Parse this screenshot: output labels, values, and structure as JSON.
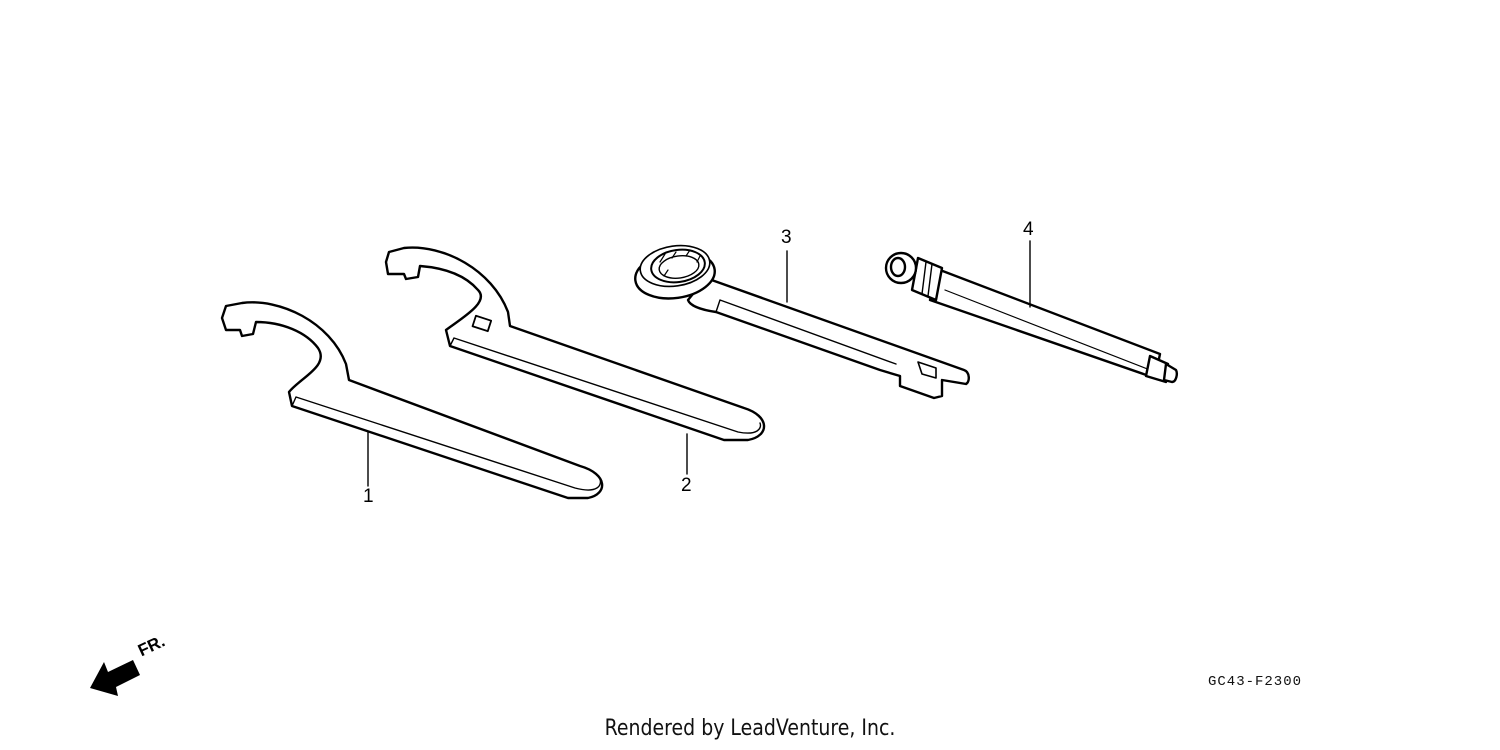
{
  "diagram": {
    "callouts": [
      {
        "id": "1",
        "text": "1"
      },
      {
        "id": "2",
        "text": "2"
      },
      {
        "id": "3",
        "text": "3"
      },
      {
        "id": "4",
        "text": "4"
      }
    ],
    "direction_label": "FR.",
    "diagram_code": "GC43-F2300",
    "credit": "Rendered by LeadVenture, Inc.",
    "colors": {
      "line": "#000000",
      "background": "#ffffff"
    }
  }
}
